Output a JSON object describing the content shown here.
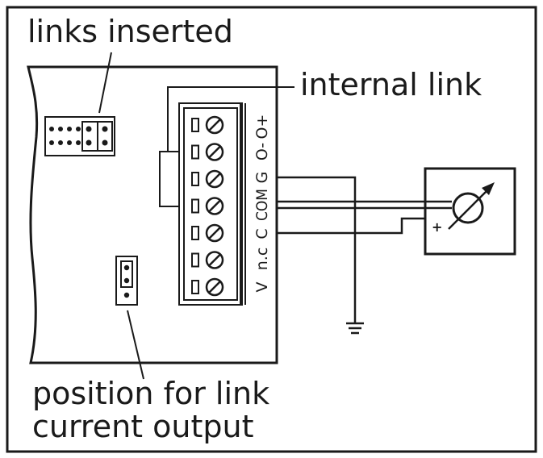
{
  "labels": {
    "links_inserted": "links inserted",
    "internal_link": "internal link",
    "position_line1": "position for link",
    "position_line2": "current output"
  },
  "terminals": [
    "O+",
    "O-",
    "G",
    "COM",
    "C",
    "n.c",
    "V"
  ],
  "meter": {
    "polarity": "+"
  },
  "icons": [
    "screw-terminal-icon",
    "ground-icon",
    "meter-icon",
    "jumper-link-icon"
  ],
  "colors": {
    "ink": "#1a1a1a",
    "background": "#ffffff"
  }
}
